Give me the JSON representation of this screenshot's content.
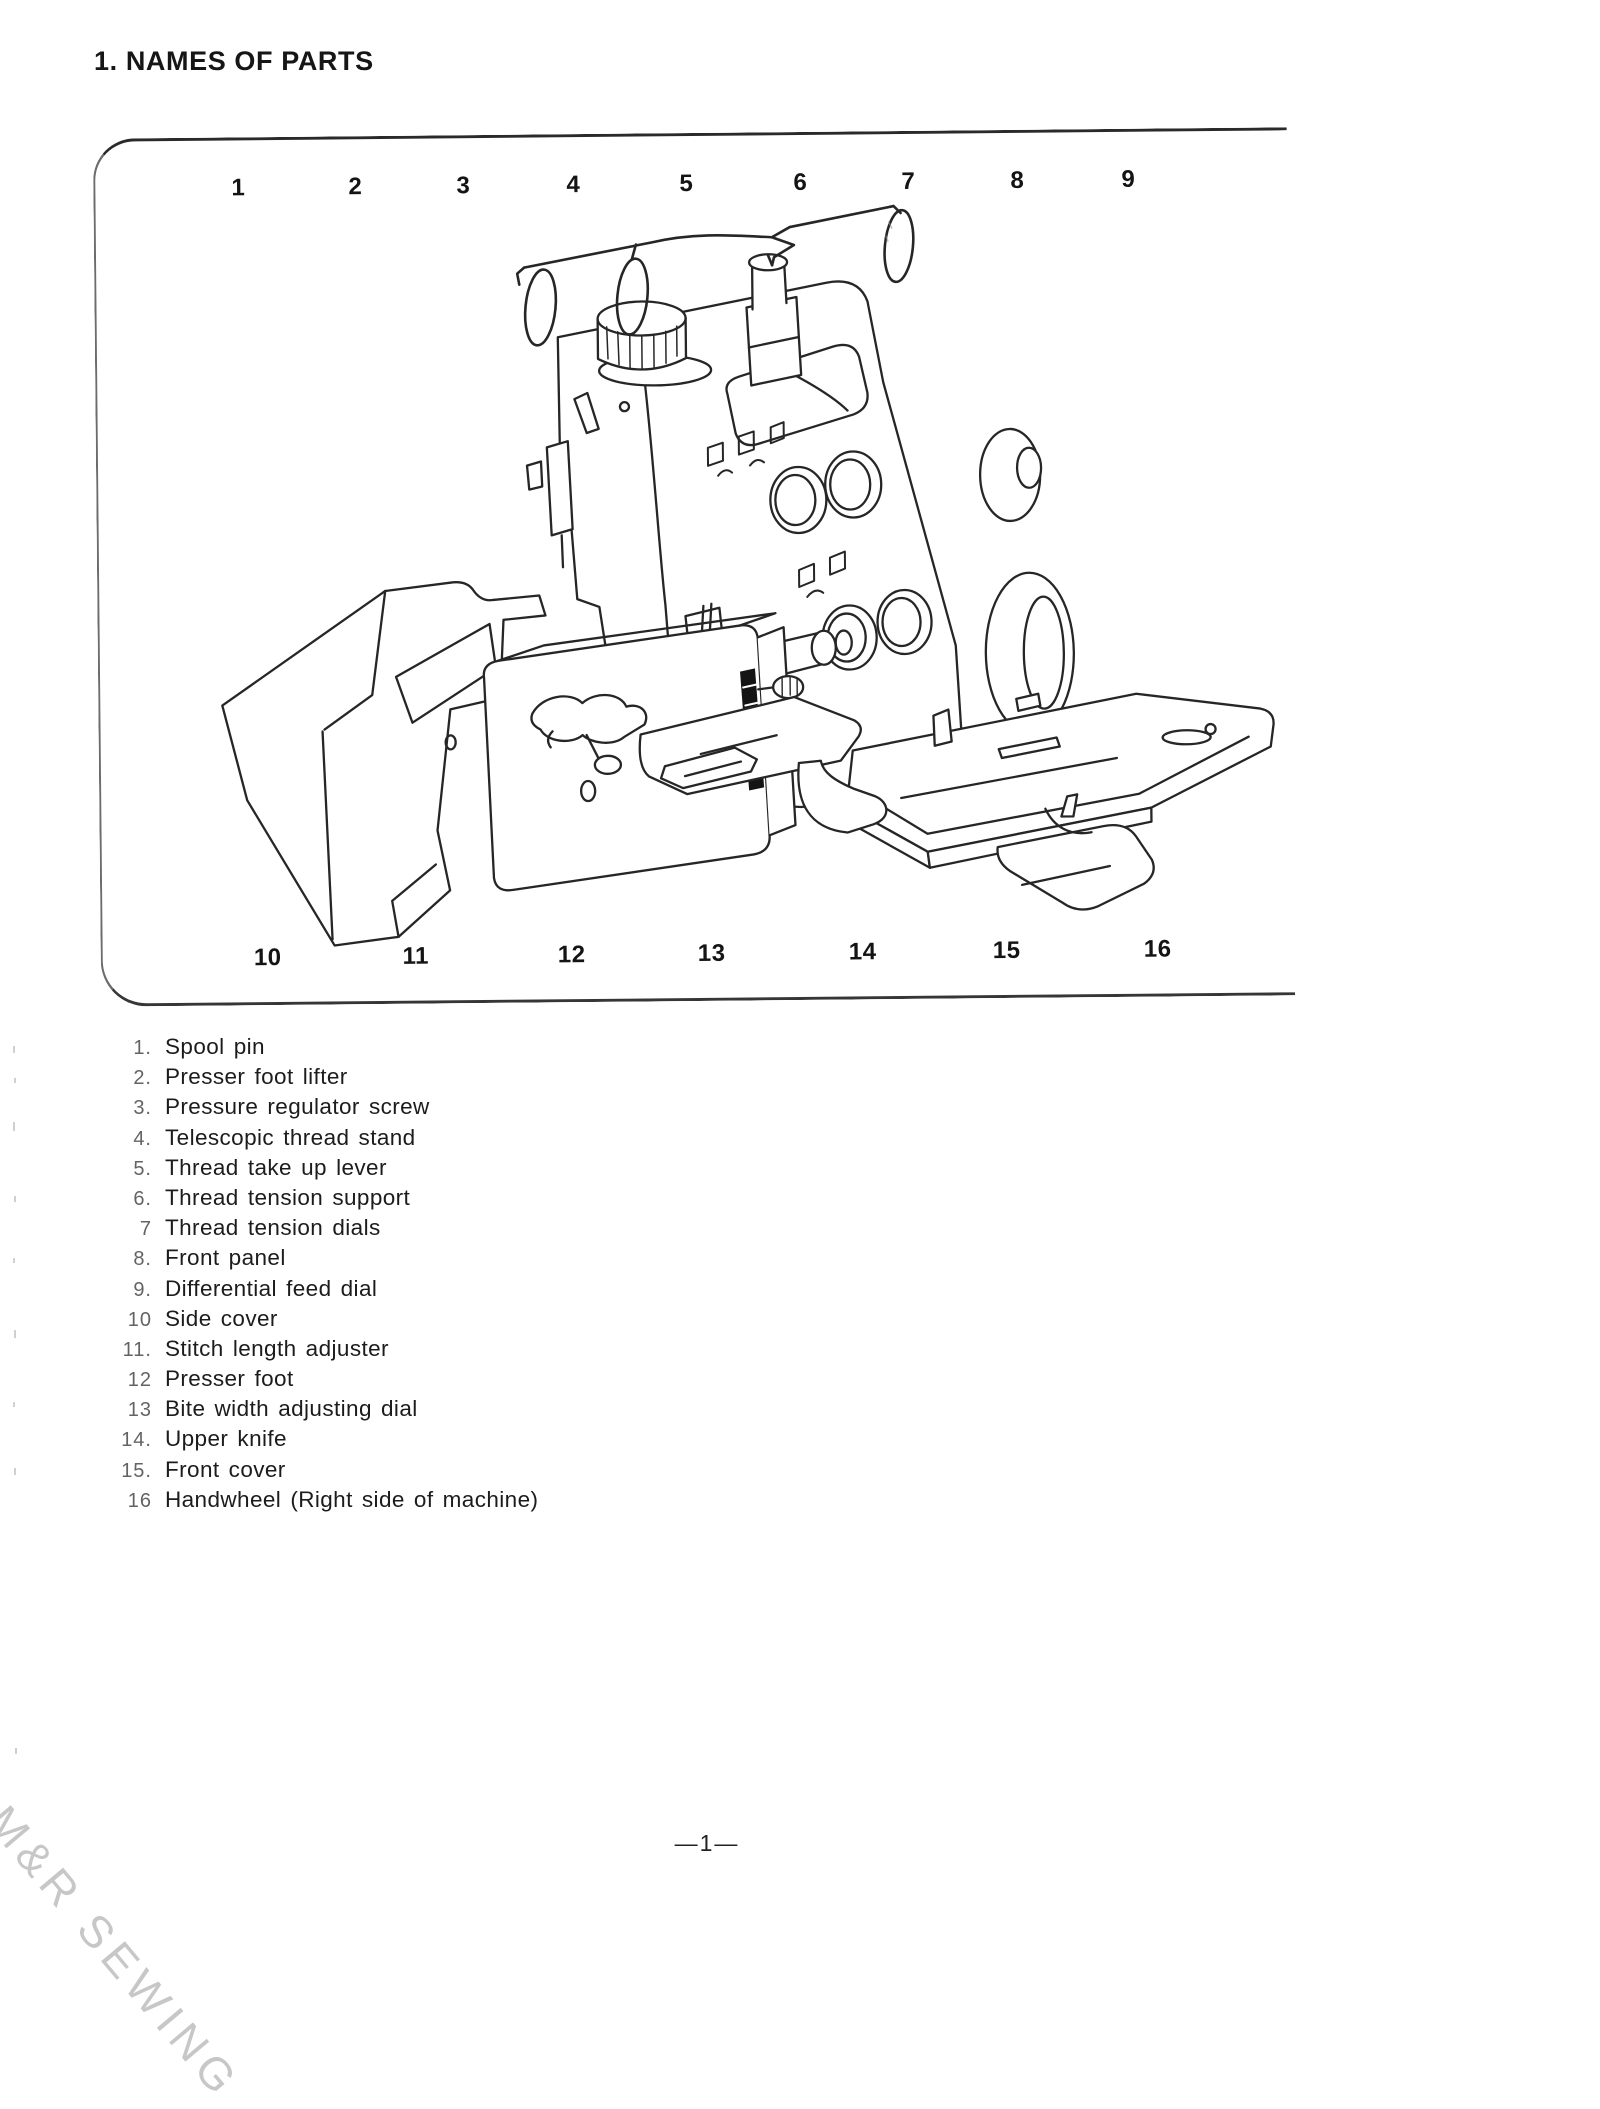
{
  "page": {
    "title": "1. NAMES OF PARTS",
    "page_number": "—1—",
    "watermark": "M&R SEWING"
  },
  "colors": {
    "ink": "#1c1c1c",
    "watermark_gray": "#c7c7c7",
    "background": "#ffffff"
  },
  "diagram": {
    "description": "Line drawing of an overlock (serger) sewing machine with numbered callouts",
    "top_callouts": [
      "1",
      "2",
      "3",
      "4",
      "5",
      "6",
      "7",
      "8",
      "9"
    ],
    "bottom_callouts": [
      "10",
      "11",
      "12",
      "13",
      "14",
      "15",
      "16"
    ]
  },
  "parts": [
    {
      "num": "1.",
      "label": "Spool pin"
    },
    {
      "num": "2.",
      "label": "Presser foot lifter"
    },
    {
      "num": "3.",
      "label": "Pressure regulator screw"
    },
    {
      "num": "4.",
      "label": "Telescopic thread stand"
    },
    {
      "num": "5.",
      "label": "Thread take up lever"
    },
    {
      "num": "6.",
      "label": "Thread tension support"
    },
    {
      "num": "7",
      "label": "Thread tension dials"
    },
    {
      "num": "8.",
      "label": "Front panel"
    },
    {
      "num": "9.",
      "label": "Differential feed dial"
    },
    {
      "num": "10",
      "label": "Side cover"
    },
    {
      "num": "11.",
      "label": "Stitch length adjuster"
    },
    {
      "num": "12",
      "label": "Presser foot"
    },
    {
      "num": "13",
      "label": "Bite width adjusting dial"
    },
    {
      "num": "14.",
      "label": "Upper knife"
    },
    {
      "num": "15.",
      "label": "Front cover"
    },
    {
      "num": "16",
      "label": "Handwheel (Right side of machine)"
    }
  ]
}
